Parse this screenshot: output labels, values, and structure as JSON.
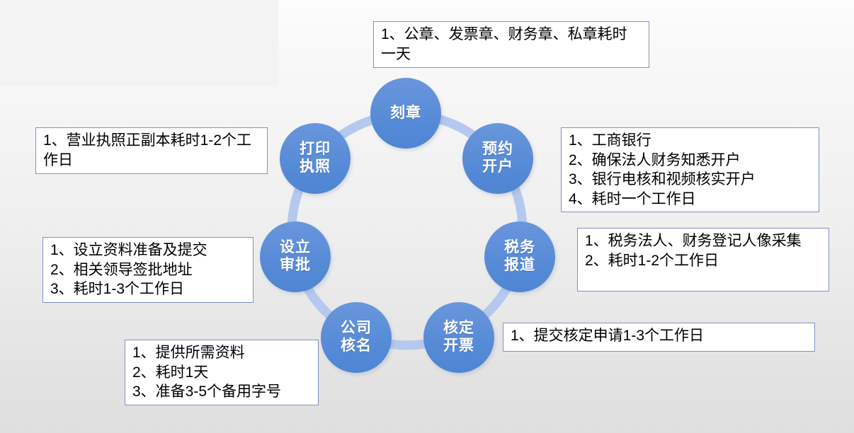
{
  "colors": {
    "node_fill": "#5589D6",
    "node_text": "#FFFFFF",
    "ring": "#B5C8ED",
    "box_border": "#8090C8",
    "box_background": "#FFFFFF",
    "box_text": "#000000",
    "background_top": "#FCFCFC",
    "background_bottom": "#DFDFDF",
    "top_left_panel": "#F3F3F4"
  },
  "cycle": {
    "type": "circular-process",
    "nodes": [
      {
        "id": "seal-engraving",
        "label": "刻章",
        "lines": [
          "刻章"
        ]
      },
      {
        "id": "bank-appointment",
        "label": "预约开户",
        "lines": [
          "预约",
          "开户"
        ]
      },
      {
        "id": "tax-registration",
        "label": "税务报道",
        "lines": [
          "税务",
          "报道"
        ]
      },
      {
        "id": "invoice-approval",
        "label": "核定开票",
        "lines": [
          "核定",
          "开票"
        ]
      },
      {
        "id": "company-name-check",
        "label": "公司核名",
        "lines": [
          "公司",
          "核名"
        ]
      },
      {
        "id": "establishment-approval",
        "label": "设立审批",
        "lines": [
          "设立",
          "审批"
        ]
      },
      {
        "id": "license-printing",
        "label": "打印执照",
        "lines": [
          "打印",
          "执照"
        ]
      }
    ]
  },
  "notes": {
    "seal_note": {
      "for": "seal-engraving",
      "items": [
        "1、公章、发票章、财务章、私章耗时一天"
      ]
    },
    "license_note": {
      "for": "license-printing",
      "items": [
        "1、营业执照正副本耗时1-2个工作日"
      ]
    },
    "bank_note": {
      "for": "bank-appointment",
      "items": [
        "1、工商银行",
        "2、确保法人财务知悉开户",
        "3、银行电核和视频核实开户",
        "4、耗时一个工作日"
      ]
    },
    "tax_note": {
      "for": "tax-registration",
      "items": [
        "1、税务法人、财务登记人像采集",
        "2、耗时1-2个工作日"
      ]
    },
    "invoice_note": {
      "for": "invoice-approval",
      "items": [
        "1、提交核定申请1-3个工作日"
      ]
    },
    "approval_note": {
      "for": "establishment-approval",
      "items": [
        "1、设立资料准备及提交",
        "2、相关领导签批地址",
        "3、耗时1-3个工作日"
      ]
    },
    "name_note": {
      "for": "company-name-check",
      "items": [
        "1、提供所需资料",
        "2、耗时1天",
        "3、准备3-5个备用字号"
      ]
    }
  }
}
